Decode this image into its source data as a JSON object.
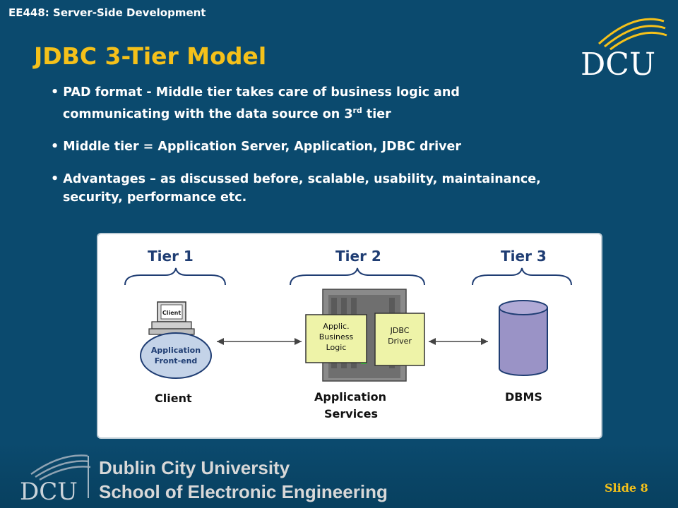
{
  "header": {
    "course": "EE448: Server-Side Development",
    "title": "JDBC 3-Tier Model",
    "logo_text": "DCU"
  },
  "bullets": [
    {
      "line1": "• PAD format -  Middle tier takes care of business logic and",
      "line2_pre": "communicating with the data source on 3",
      "line2_sup": "rd",
      "line2_post": " tier"
    },
    {
      "line1": "• Middle tier = Application Server, Application, JDBC driver"
    },
    {
      "line1": "• Advantages – as discussed before, scalable, usability, maintainance,",
      "line2": "security, performance etc."
    }
  ],
  "diagram": {
    "tiers": [
      "Tier 1",
      "Tier 2",
      "Tier 3"
    ],
    "client": {
      "screen": "Client",
      "body_line1": "Application",
      "body_line2": "Front-end",
      "label": "Client"
    },
    "server": {
      "box1_line1": "Applic.",
      "box1_line2": "Business",
      "box1_line3": "Logic",
      "box2_line1": "JDBC",
      "box2_line2": "Driver",
      "label_line1": "Application",
      "label_line2": "Services"
    },
    "db": {
      "label": "DBMS"
    },
    "colors": {
      "brace": "#1f3d73",
      "tier_text": "#1f3d73",
      "client_fill": "#c4d3e8",
      "db_fill": "#9a93c6",
      "box_fill": "#eef3a8"
    }
  },
  "footer": {
    "logo_text": "DCU",
    "university": "Dublin City University",
    "school": "School of Electronic Engineering",
    "slide": "Slide 8"
  }
}
